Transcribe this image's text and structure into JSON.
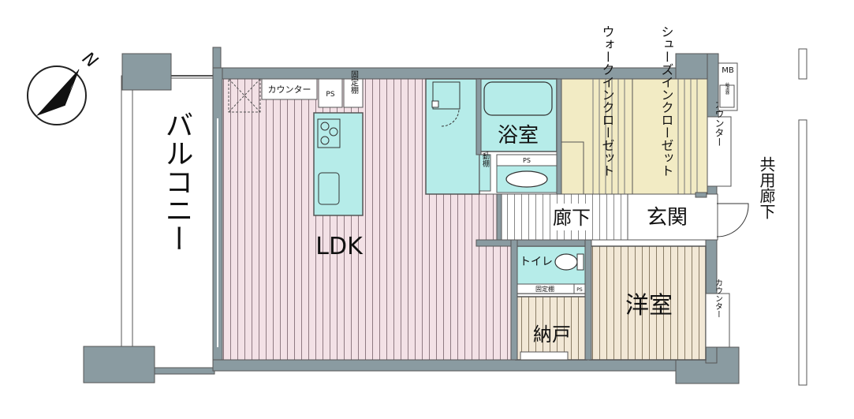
{
  "compass": {
    "north_label": "N"
  },
  "rooms": {
    "ldk": "LDK",
    "bath": "浴室",
    "walkin_closet": "ウォークインクローゼット",
    "shoes_in_closet": "シューズインクローゼット",
    "hallway": "廊下",
    "entrance": "玄関",
    "toilet": "トイレ",
    "western_room": "洋室",
    "storage": "納戸",
    "balcony": "バルコニー",
    "common_corridor": "共用廊下"
  },
  "labels": {
    "counter_kitchen": "カウンター",
    "ps_kitchen": "PS",
    "fixed_shelf_kitchen": "固定棚",
    "movable_shelf": "可動棚",
    "ps_wash": "PS",
    "fixed_shelf_toilet": "固定棚",
    "ps_toilet": "PS",
    "counter_entrance": "カウンター",
    "counter_western": "カウンター",
    "mb": "MB",
    "meter": "給湯器"
  },
  "colors": {
    "wall": "#8a9ba1",
    "ldk_floor": "#f3e1e6",
    "wet_area": "#b6ece9",
    "closet": "#f2ebc4",
    "western_floor": "#f2e8d6",
    "storage_floor": "#f2e8d6"
  }
}
